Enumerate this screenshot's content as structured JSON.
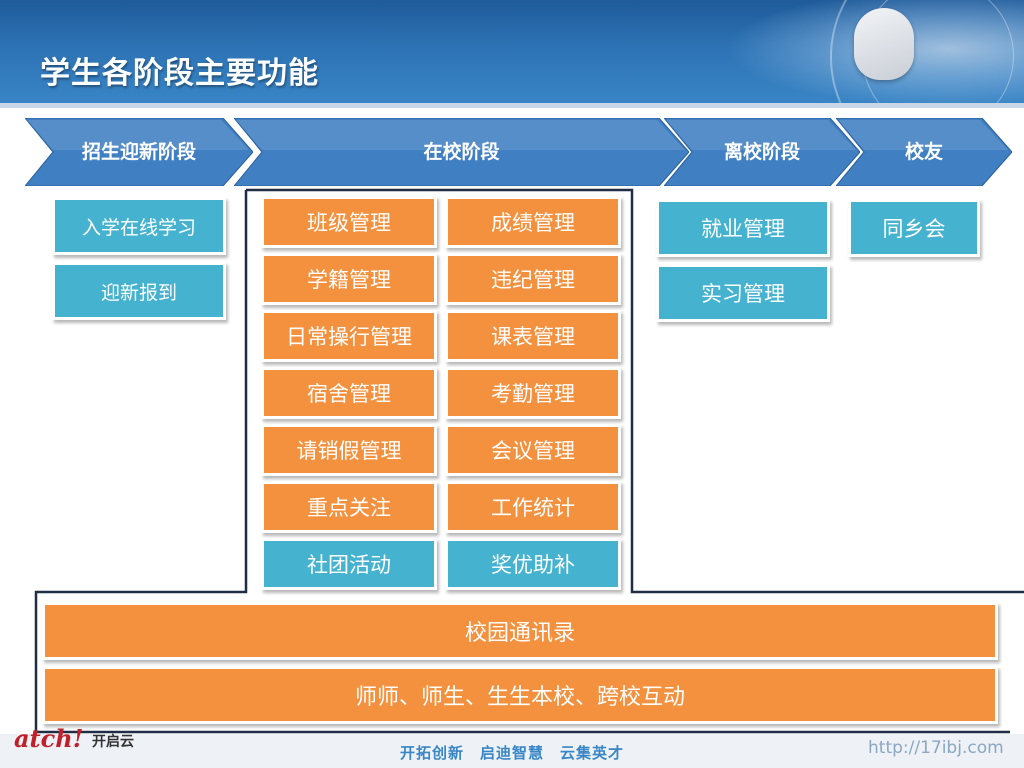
{
  "title": "学生各阶段主要功能",
  "stages": [
    {
      "label": "招生迎新阶段"
    },
    {
      "label": "在校阶段"
    },
    {
      "label": "离校阶段"
    },
    {
      "label": "校友"
    }
  ],
  "enrollment": [
    "入学在线学习",
    "迎新报到"
  ],
  "campus_left": [
    "班级管理",
    "学籍管理",
    "日常操行管理",
    "宿舍管理",
    "请销假管理",
    "重点关注",
    "社团活动"
  ],
  "campus_right": [
    "成绩管理",
    "违纪管理",
    "课表管理",
    "考勤管理",
    "会议管理",
    "工作统计",
    "奖优助补"
  ],
  "leaving": [
    "就业管理",
    "实习管理"
  ],
  "alumni": [
    "同乡会"
  ],
  "common": [
    "校园通讯录",
    "师师、师生、生生本校、跨校互动"
  ],
  "footer": {
    "logo": "atch!",
    "logo_cn": "开启云",
    "slogan": "开拓创新　启迪智慧　云集英才",
    "url": "http://17ibj.com"
  },
  "colors": {
    "header": "#2d73b5",
    "chevron": "#3f7fc2",
    "orange": "#f4913f",
    "teal": "#45b2cf",
    "frame": "#1f2d45"
  }
}
